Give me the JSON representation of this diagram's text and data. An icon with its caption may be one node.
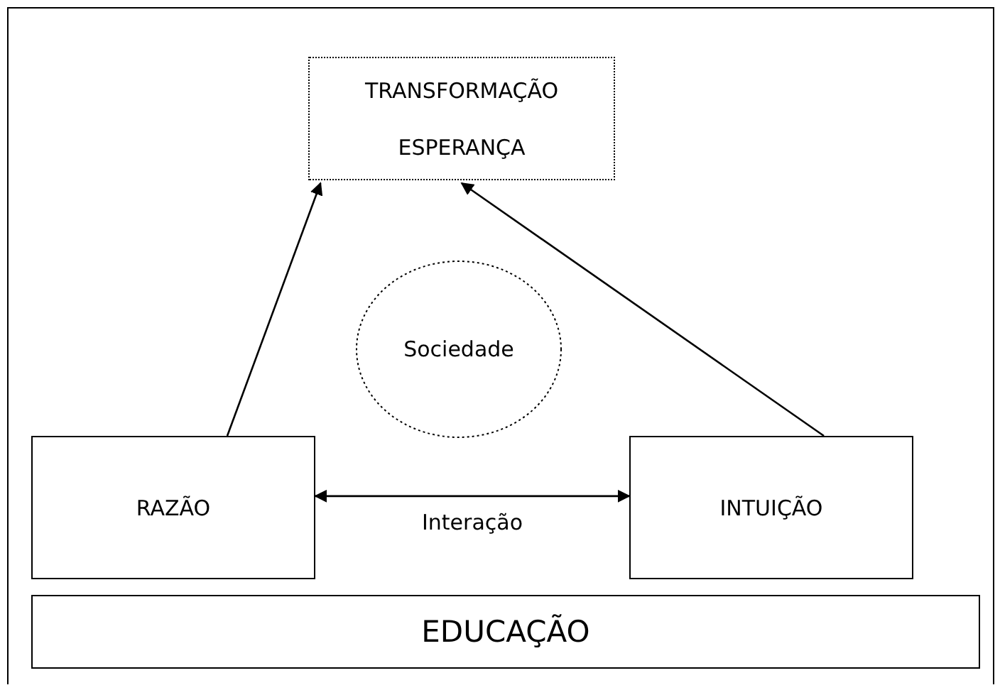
{
  "diagram": {
    "nodes": [
      {
        "text": [
          "TRANSFORMAÇÃO",
          "ESPERANÇA"
        ]
      },
      {
        "text": [
          "Sociedade"
        ]
      },
      {
        "text": [
          "RAZÃO"
        ]
      },
      {
        "text": [
          "INTUIÇÃO"
        ]
      },
      {
        "text": [
          "EDUCAÇÃO"
        ]
      }
    ],
    "edges": [
      {
        "from": 2,
        "to": 0,
        "arrow": "to"
      },
      {
        "from": 3,
        "to": 0,
        "arrow": "to"
      },
      {
        "from": 2,
        "to": 3,
        "arrow": "both",
        "label": "Interação"
      }
    ]
  }
}
